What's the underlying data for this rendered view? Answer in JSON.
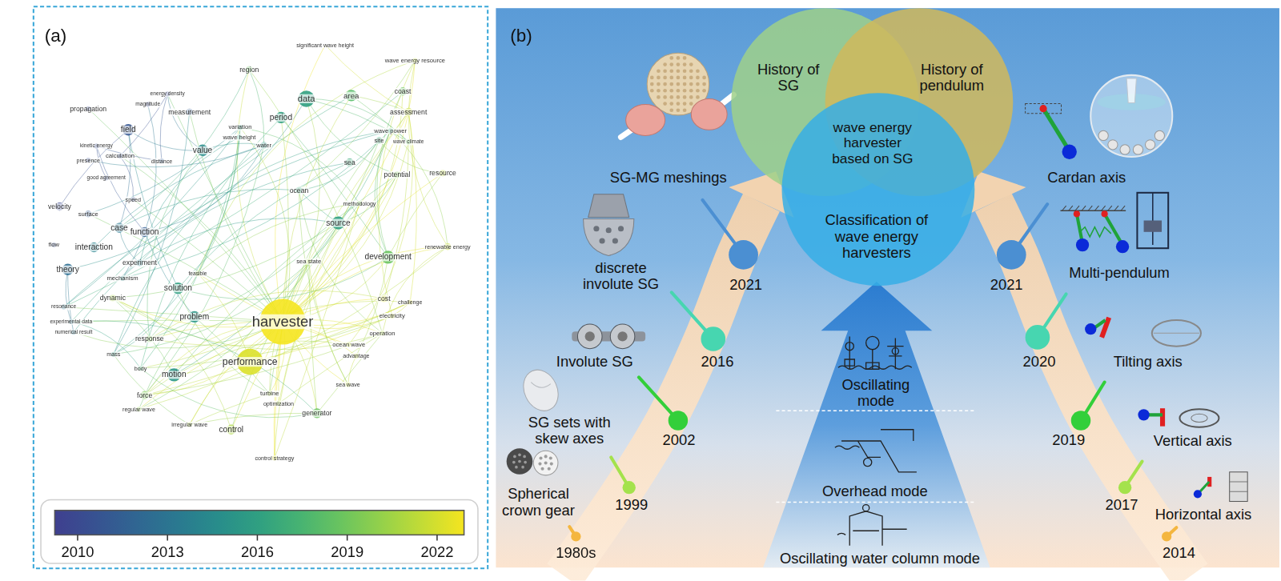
{
  "diagram": {
    "nodes": [
      {
        "text": [
          "History of SG"
        ]
      },
      {
        "text": [
          "History of pendulum"
        ]
      },
      {
        "text": [
          "Classification of wave energy harvesters"
        ]
      }
    ],
    "labels": [
      "(a)",
      "significant wave height",
      "wave energy resource",
      "region",
      "data",
      "area",
      "coast",
      "assessment",
      "energy density",
      "magnitude",
      "measurement",
      "propagation",
      "field",
      "period",
      "wave power",
      "variation",
      "wave climate",
      "kinetic energy",
      "calculation",
      "value",
      "wave height",
      "water",
      "site",
      "presence",
      "distance",
      "sea",
      "good agreement",
      "resource",
      "potential",
      "speed",
      "ocean",
      "methodology",
      "velocity",
      "surface",
      "case",
      "function",
      "source",
      "renewable energy",
      "flow",
      "interaction",
      "development",
      "experiment",
      "sea state",
      "theory",
      "mechanism",
      "solution",
      "feasible",
      "cost",
      "challenge",
      "resonance",
      "dynamic",
      "problem",
      "electricity",
      "experimental data",
      "harvester",
      "numerical result",
      "response",
      "operation",
      "ocean wave",
      "mass",
      "advantage",
      "performance",
      "motion",
      "body",
      "sea wave",
      "force",
      "turbine",
      "regular wave",
      "optimization",
      "generator",
      "irregular wave",
      "control",
      "control strategy",
      "2010",
      "2013",
      "2016",
      "2019",
      "2022",
      "(b)",
      "wave energy harvester based on SG",
      "SG-MG meshings",
      "discrete involute SG",
      "Involute SG",
      "SG sets with skew axes",
      "Spherical crown gear",
      "2021",
      "2016",
      "2002",
      "1999",
      "1980s",
      "Cardan axis",
      "Multi-pendulum",
      "Tilting axis",
      "Vertical axis",
      "Horizontal axis",
      "2021",
      "2020",
      "2019",
      "2017",
      "2014",
      "Oscillating mode",
      "Overhead mode",
      "Oscillating water column mode"
    ]
  }
}
